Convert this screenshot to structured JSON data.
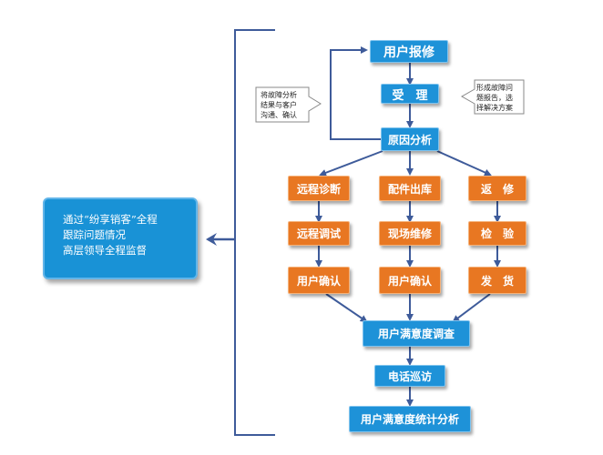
{
  "flow": {
    "report": "用户报修",
    "accept": "受　理",
    "cause": "原因分析",
    "col1": [
      "远程诊断",
      "远程调试",
      "用户确认"
    ],
    "col2": [
      "配件出库",
      "现场维修",
      "用户确认"
    ],
    "col3": [
      "返　修",
      "检　验",
      "发　货"
    ],
    "survey": "用户满意度调查",
    "phone": "电话巡访",
    "stats": "用户满意度统计分析"
  },
  "callouts": {
    "left": [
      "将故障分析",
      "结果与客户",
      "沟通、确认"
    ],
    "right": [
      "形成故障问",
      "题报告，选",
      "择解决方案"
    ]
  },
  "side_panel": {
    "lines": [
      "通过“纷享销客”全程",
      "跟踪问题情况",
      "高层领导全程监督"
    ]
  },
  "colors": {
    "blue_box": "#1e92d8",
    "orange_box": "#e87722",
    "connector": "#3e5b9a"
  }
}
